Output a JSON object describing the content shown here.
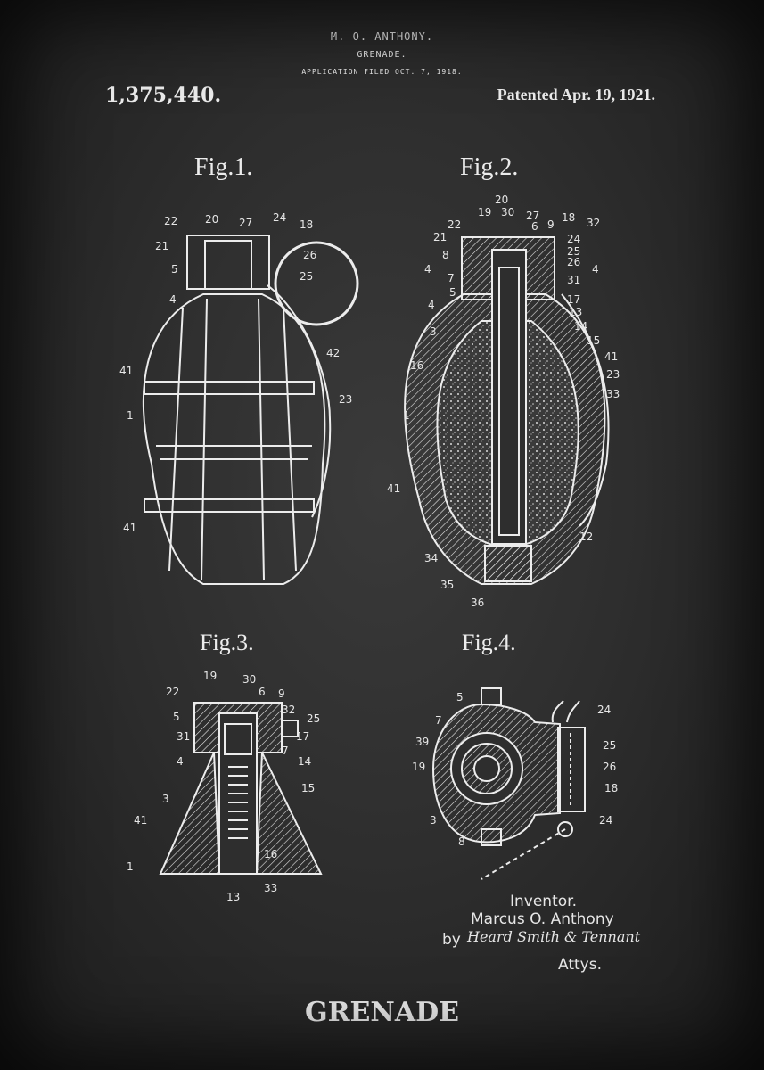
{
  "header": {
    "inventor_caps": "M. O. ANTHONY.",
    "subject": "GRENADE.",
    "filed": "APPLICATION FILED OCT. 7, 1918.",
    "patent_number": "1,375,440.",
    "patented": "Patented Apr. 19, 1921."
  },
  "figures": {
    "fig1": {
      "label": "Fig.1.",
      "callouts": [
        "22",
        "20",
        "27",
        "24",
        "18",
        "21",
        "26",
        "5",
        "25",
        "4",
        "42",
        "41",
        "23",
        "1",
        "41"
      ]
    },
    "fig2": {
      "label": "Fig.2.",
      "callouts": [
        "20",
        "19",
        "30",
        "27",
        "22",
        "6",
        "9",
        "18",
        "32",
        "21",
        "24",
        "8",
        "25",
        "4",
        "26",
        "4",
        "7",
        "31",
        "5",
        "17",
        "4",
        "13",
        "14",
        "3",
        "15",
        "41",
        "16",
        "23",
        "33",
        "1",
        "41",
        "12",
        "34",
        "35",
        "36"
      ]
    },
    "fig3": {
      "label": "Fig.3.",
      "callouts": [
        "19",
        "30",
        "6",
        "9",
        "22",
        "32",
        "25",
        "5",
        "17",
        "31",
        "7",
        "4",
        "14",
        "15",
        "3",
        "41",
        "16",
        "1",
        "13",
        "33"
      ]
    },
    "fig4": {
      "label": "Fig.4.",
      "callouts": [
        "5",
        "24",
        "7",
        "25",
        "39",
        "19",
        "26",
        "18",
        "3",
        "24",
        "8"
      ]
    }
  },
  "inventor_block": {
    "label": "Inventor.",
    "name": "Marcus O. Anthony",
    "by": "by",
    "firm": "Heard Smith & Tennant",
    "attys": "Attys."
  },
  "bottom_title": "GRENADE",
  "colors": {
    "background": "#2e2e2e",
    "ink": "#ececec"
  }
}
